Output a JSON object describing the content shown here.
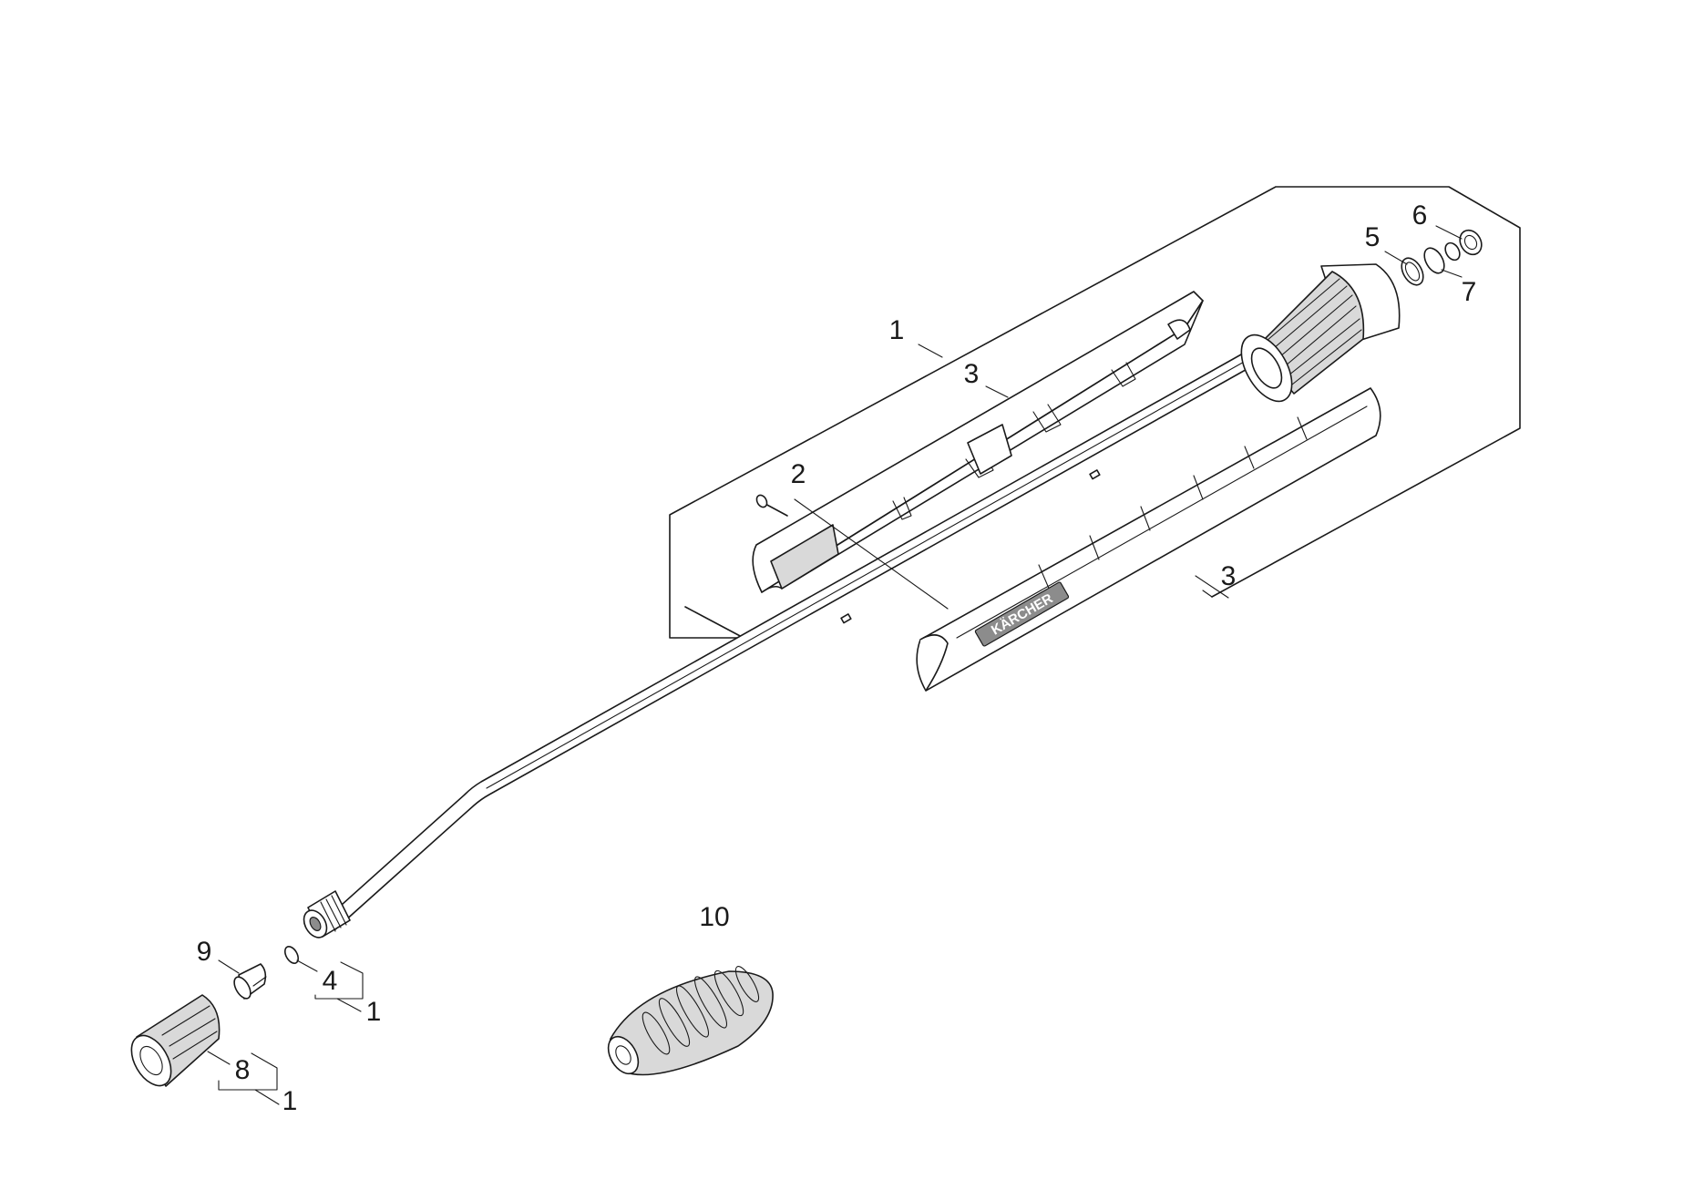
{
  "diagram": {
    "callouts": {
      "part_1_assembly": "1",
      "part_2": "2",
      "part_3_upper": "3",
      "part_3_lower": "3",
      "part_4": "4",
      "part_4_assembly": "1",
      "part_5": "5",
      "part_6": "6",
      "part_7": "7",
      "part_8": "8",
      "part_8_assembly": "1",
      "part_9": "9",
      "part_10": "10"
    },
    "grip_brand_text": "KÄRCHER"
  }
}
